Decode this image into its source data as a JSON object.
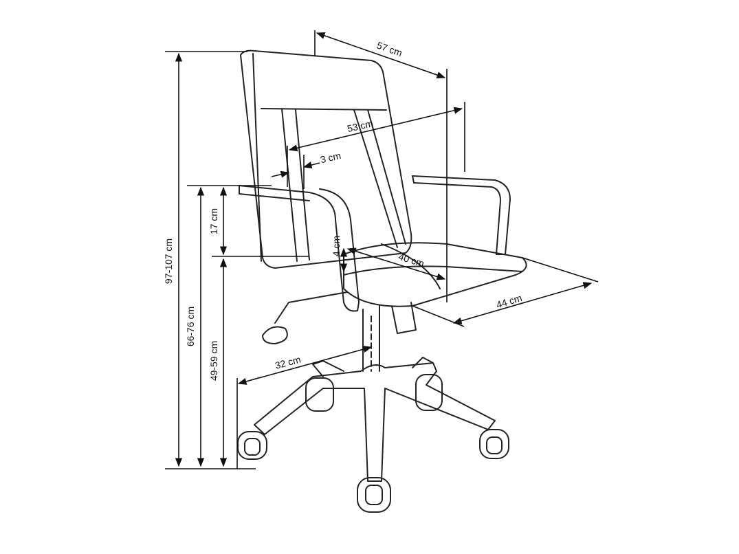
{
  "diagram": {
    "subject": "office-chair",
    "dimensions": {
      "total_height": "97-107 cm",
      "armrest_height": "66-76 cm",
      "seat_height": "49-59 cm",
      "armrest_above_seat": "17 cm",
      "width": "57 cm",
      "backrest_width": "53 cm",
      "backrest_thickness": "3 cm",
      "seat_thickness": "4 cm",
      "seat_width": "40 cm",
      "depth": "44 cm",
      "base_radius": "32 cm"
    },
    "colors": {
      "line": "#111111",
      "background": "#ffffff"
    }
  }
}
